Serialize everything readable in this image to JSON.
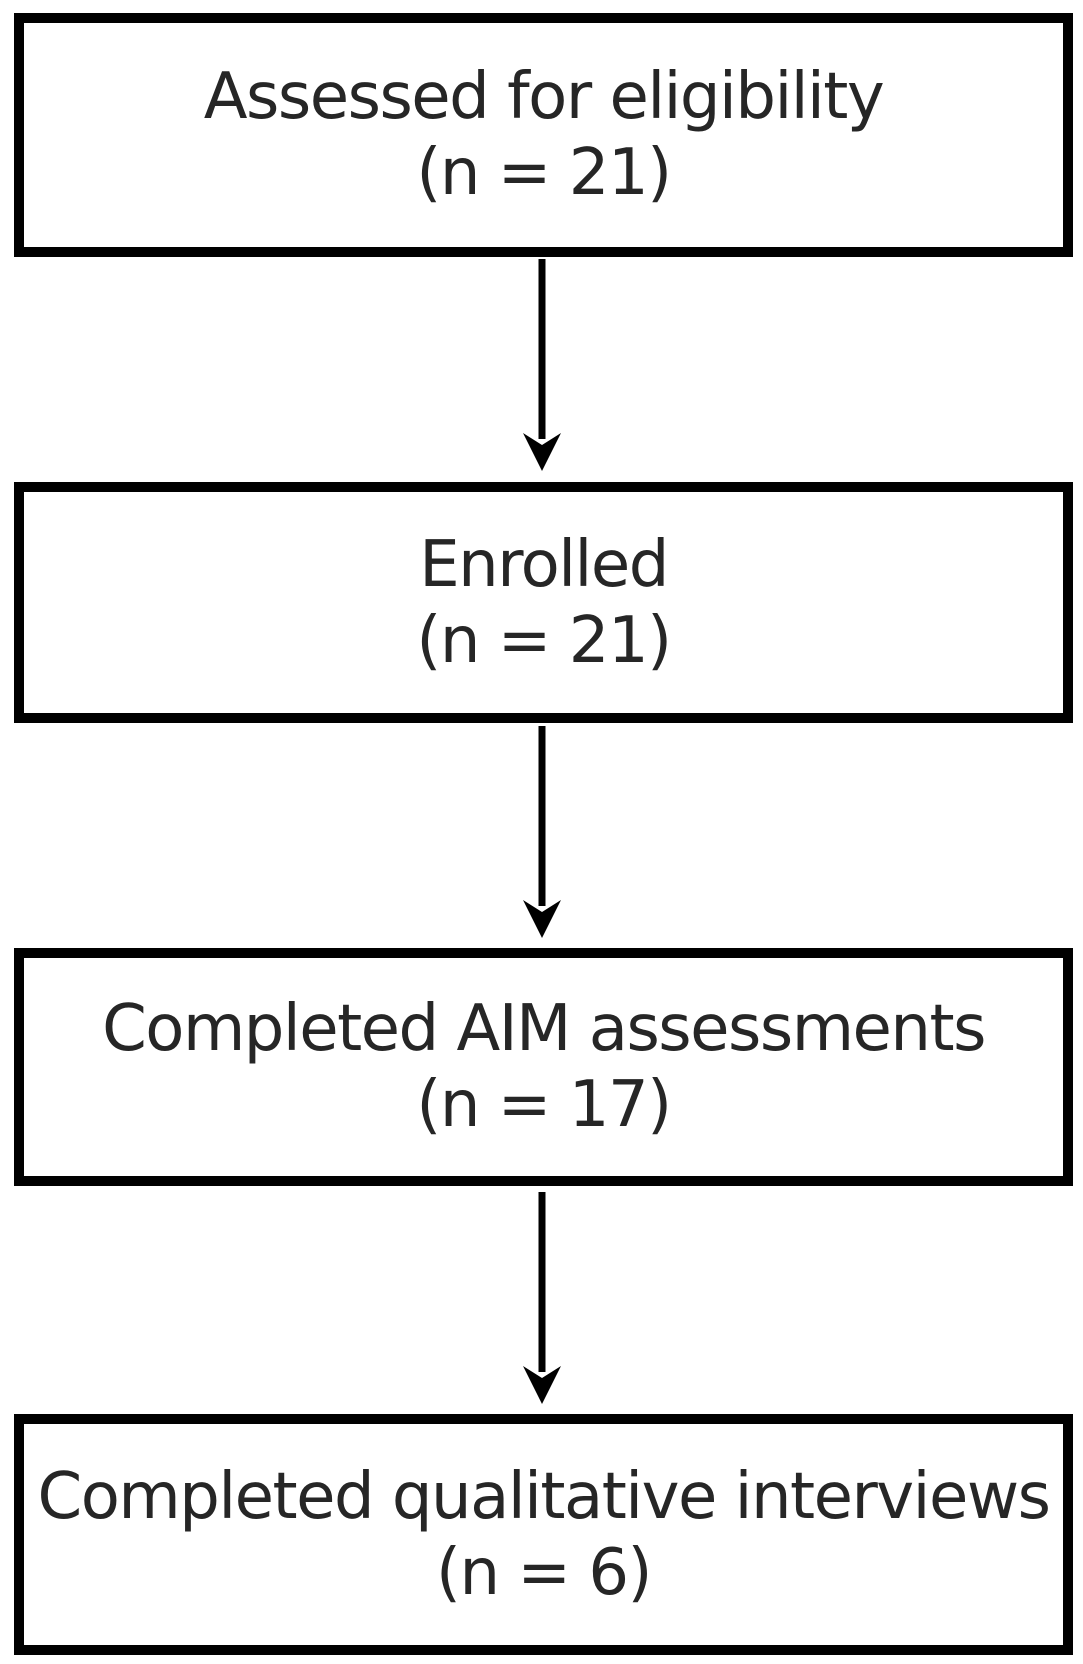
{
  "diagram": {
    "type": "flowchart",
    "boxes": [
      {
        "id": "assessed",
        "line1": "Assessed for eligibility",
        "line2": "(n = 21)"
      },
      {
        "id": "enrolled",
        "line1": "Enrolled",
        "line2": "(n = 21)"
      },
      {
        "id": "aim",
        "line1": "Completed AIM assessments",
        "line2": "(n = 17)"
      },
      {
        "id": "interviews",
        "line1": "Completed qualitative interviews",
        "line2": "(n = 6)"
      }
    ],
    "arrows": [
      {
        "from": "assessed",
        "to": "enrolled"
      },
      {
        "from": "enrolled",
        "to": "aim"
      },
      {
        "from": "aim",
        "to": "interviews"
      }
    ],
    "colors": {
      "border": "#000000",
      "arrow": "#000000",
      "text": "#262626",
      "background": "#ffffff"
    }
  }
}
